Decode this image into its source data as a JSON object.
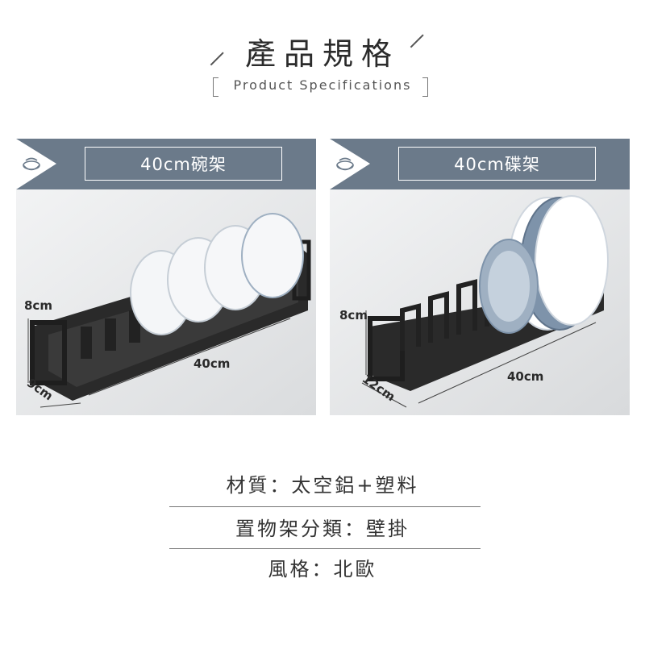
{
  "header": {
    "title": "產品規格",
    "subtitle": "Product Specifications"
  },
  "panels": [
    {
      "label": "40cm碗架",
      "icon": "bowl-icon",
      "dimensions": {
        "height": "8cm",
        "depth": "9cm",
        "length": "40cm"
      }
    },
    {
      "label": "40cm碟架",
      "icon": "bowl-icon",
      "dimensions": {
        "height": "8cm",
        "depth": "12cm",
        "length": "40cm"
      }
    }
  ],
  "specs": [
    "材質：太空鋁+塑料",
    "置物架分類：壁掛",
    "風格：北歐"
  ],
  "colors": {
    "header_band": "#6b7a8a",
    "photo_bg": "#e8e9ea",
    "rack": "#2a2a2a",
    "bowl_outer": "#f4f6f8",
    "bowl_inner": "#9fb0c2"
  }
}
